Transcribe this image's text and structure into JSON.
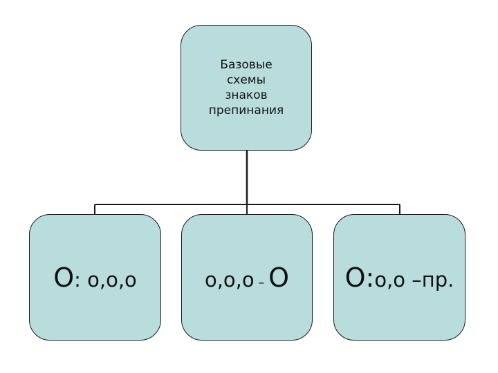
{
  "root": {
    "title": "Базовые\nсхемы\nзнаков\nпрепинания"
  },
  "schemes": [
    {
      "parts": [
        "О",
        ": ",
        "о,о,о"
      ]
    },
    {
      "parts": [
        "о,о,о",
        " – ",
        "О"
      ]
    },
    {
      "parts": [
        "О",
        ":",
        "о,о",
        " –пр."
      ]
    }
  ],
  "colors": {
    "node_fill": "#b9dddd",
    "line": "#1a1a1a"
  }
}
